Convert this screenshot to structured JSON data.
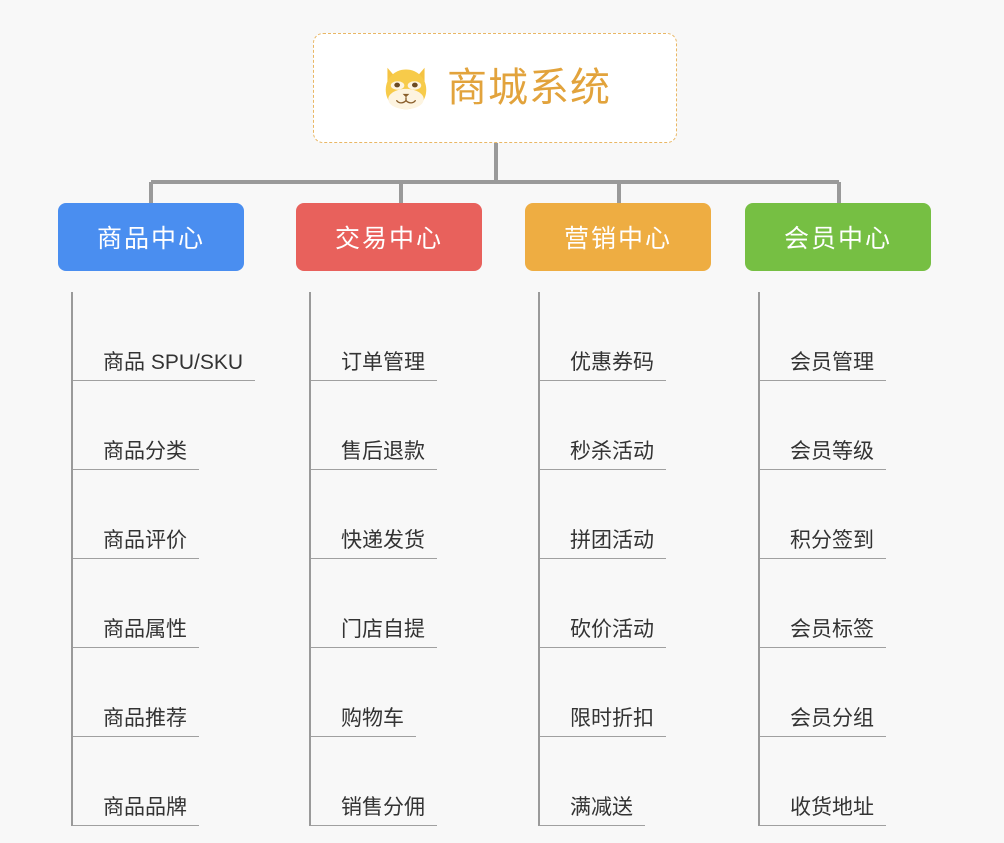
{
  "diagram": {
    "type": "mind-map",
    "background_color": "#f8f8f8",
    "connector_color": "#9a9a9a",
    "root": {
      "title": "商城系统",
      "icon": "shiba-dog-face-icon",
      "border_color": "#e9b765",
      "text_color": "#e2a33c",
      "background_color": "#ffffff"
    },
    "branches": [
      {
        "label": "商品中心",
        "color": "#4a8ef0",
        "items": [
          "商品 SPU/SKU",
          "商品分类",
          "商品评价",
          "商品属性",
          "商品推荐",
          "商品品牌"
        ]
      },
      {
        "label": "交易中心",
        "color": "#e8615c",
        "items": [
          "订单管理",
          "售后退款",
          "快递发货",
          "门店自提",
          "购物车",
          "销售分佣"
        ]
      },
      {
        "label": "营销中心",
        "color": "#eead42",
        "items": [
          "优惠券码",
          "秒杀活动",
          "拼团活动",
          "砍价活动",
          "限时折扣",
          "满减送"
        ]
      },
      {
        "label": "会员中心",
        "color": "#76bf43",
        "items": [
          "会员管理",
          "会员等级",
          "积分签到",
          "会员标签",
          "会员分组",
          "收货地址"
        ]
      }
    ]
  }
}
